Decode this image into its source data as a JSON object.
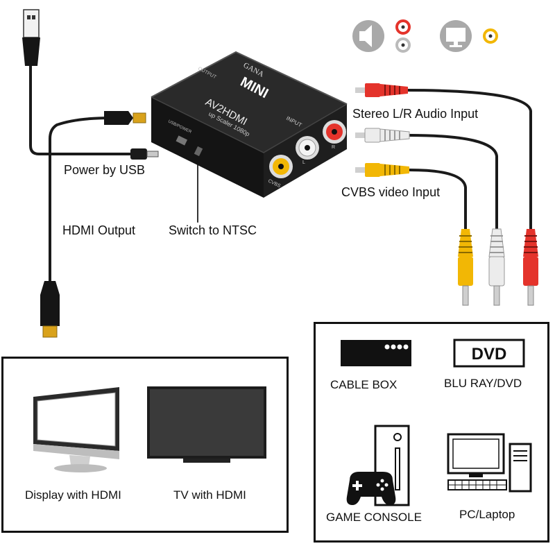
{
  "labels": {
    "stereo": "Stereo L/R Audio Input",
    "cvbs_video": "CVBS video Input",
    "power": "Power by USB",
    "hdmi_out": "HDMI Output",
    "switch_ntsc": "Switch to NTSC"
  },
  "device_text": {
    "brand": "GANA",
    "model": "MINI",
    "name": "AV2HDMI",
    "sub": "up Scaler 1080p",
    "output": "OUTPUT",
    "input": "INPUT",
    "usb_power": "USB/POWER",
    "cvbs": "CVBS",
    "l": "L",
    "r": "R"
  },
  "outputs": {
    "display": "Display with HDMI",
    "tv": "TV with HDMI"
  },
  "sources": {
    "cable_box": "CABLE BOX",
    "dvd_logo": "DVD",
    "blu_ray": "BLU RAY/DVD",
    "game_console": "GAME CONSOLE",
    "pc": "PC/Laptop"
  },
  "colors": {
    "red": "#e4332b",
    "white": "#e8e8e8",
    "yellow": "#f2b705",
    "cable": "#1a1a1a",
    "gold": "#d9a21b"
  },
  "icons": [
    "usb-plug-icon",
    "hdmi-plug-icon",
    "speaker-icon",
    "monitor-icon",
    "rca-plug-icon",
    "gamepad-icon"
  ]
}
